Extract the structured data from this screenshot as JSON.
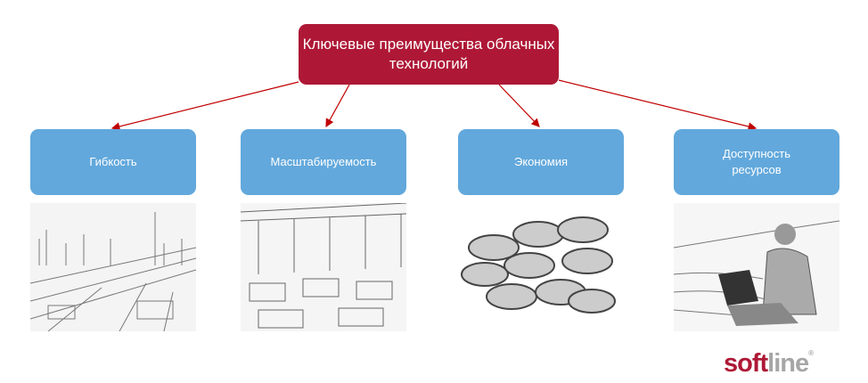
{
  "title": "Ключевые преимущества облачных технологий",
  "benefits": [
    {
      "label": "Гибкость",
      "image": "city-highway-sketch"
    },
    {
      "label": "Масштабируемость",
      "image": "office-sketch"
    },
    {
      "label": "Экономия",
      "image": "coins-sketch"
    },
    {
      "label": "Доступность ресурсов",
      "image": "man-laptop-beach-sketch"
    }
  ],
  "logo": {
    "part1": "soft",
    "part2": "line",
    "mark": "®"
  },
  "colors": {
    "accent": "#ae1836",
    "box": "#62a8dc",
    "arrow": "#c00000"
  }
}
